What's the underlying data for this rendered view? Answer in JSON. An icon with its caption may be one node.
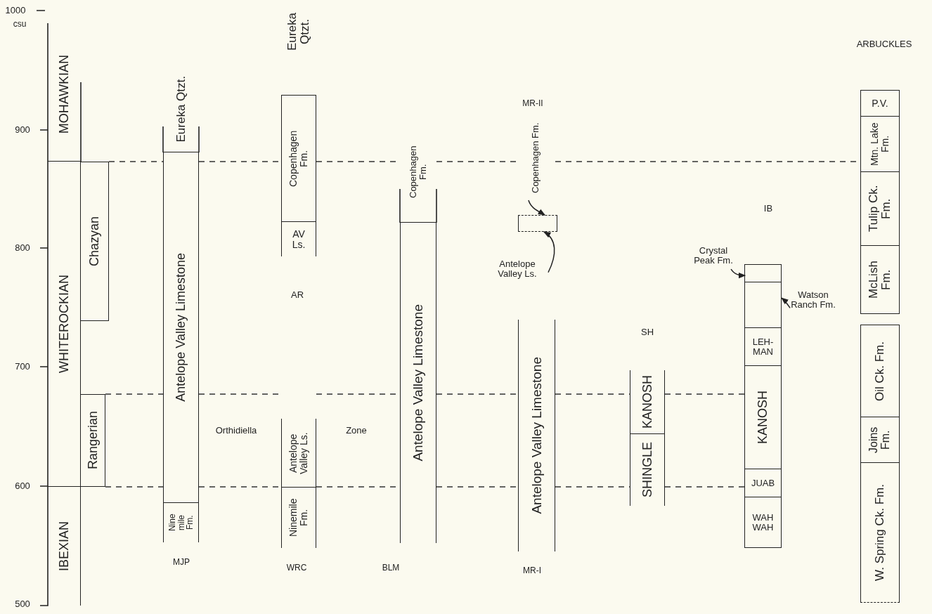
{
  "diagram": {
    "nodes": [
      {
        "text": [
          "MOHAWKIAN"
        ]
      },
      {
        "text": [
          "WHITEROCKIAN"
        ]
      },
      {
        "text": [
          "IBEXIAN"
        ]
      },
      {
        "text": [
          "Chazyan"
        ]
      },
      {
        "text": [
          "Rangerian"
        ]
      },
      {
        "text": [
          "Eureka Qtzt."
        ]
      },
      {
        "text": [
          "Antelope Valley Limestone"
        ]
      },
      {
        "text": [
          "Nine mile Fm."
        ]
      },
      {
        "text": [
          "Copenhagen Fm."
        ]
      },
      {
        "text": [
          "AV Ls."
        ]
      },
      {
        "text": [
          "Antelope Valley Ls."
        ]
      },
      {
        "text": [
          "Ninemile Fm."
        ]
      },
      {
        "text": [
          "Copenhagen Fm."
        ]
      },
      {
        "text": [
          "Antelope Valley Limestone"
        ]
      },
      {
        "text": [
          "Copenhagen Fm."
        ]
      },
      {
        "text": [],
        "shape": "box"
      },
      {
        "text": [
          "Antelope Valley Ls."
        ]
      },
      {
        "text": [
          "Antelope Valley Limestone"
        ]
      },
      {
        "text": [
          "KANOSH"
        ]
      },
      {
        "text": [
          "SHINGLE"
        ]
      },
      {
        "text": [
          "Crystal Peak Fm."
        ]
      },
      {
        "text": [],
        "shape": "box"
      },
      {
        "text": [],
        "shape": "box"
      },
      {
        "text": [
          "Watson Ranch Fm."
        ]
      },
      {
        "text": [
          "LEH-MAN"
        ]
      },
      {
        "text": [
          "KANOSH"
        ]
      },
      {
        "text": [
          "JUAB"
        ]
      },
      {
        "text": [
          "WAH WAH"
        ]
      },
      {
        "text": [
          "P.V."
        ]
      },
      {
        "text": [
          "Mtn. Lake Fm."
        ]
      },
      {
        "text": [
          "Tulip Ck. Fm."
        ]
      },
      {
        "text": [
          "McLish Fm."
        ]
      },
      {
        "text": [
          "Oil Ck. Fm."
        ]
      },
      {
        "text": [
          "Joins Fm."
        ]
      },
      {
        "text": [
          "W. Spring Ck. Fm."
        ]
      }
    ],
    "edges": [
      {
        "from": 14,
        "to": 15,
        "arrow": "to"
      },
      {
        "from": 16,
        "to": 15,
        "arrow": "to"
      },
      {
        "from": 20,
        "to": 21,
        "arrow": "to"
      },
      {
        "from": 23,
        "to": 22,
        "arrow": "to"
      }
    ],
    "labels": [
      "1000",
      "csu",
      "900",
      "800",
      "700",
      "600",
      "500",
      "Eureka Qtzt.",
      "ARBUCKLES",
      "MR-II",
      "IB",
      "AR",
      "SH",
      "Orthidiella",
      "Zone",
      "MJP",
      "WRC",
      "BLM",
      "MR-I"
    ]
  }
}
